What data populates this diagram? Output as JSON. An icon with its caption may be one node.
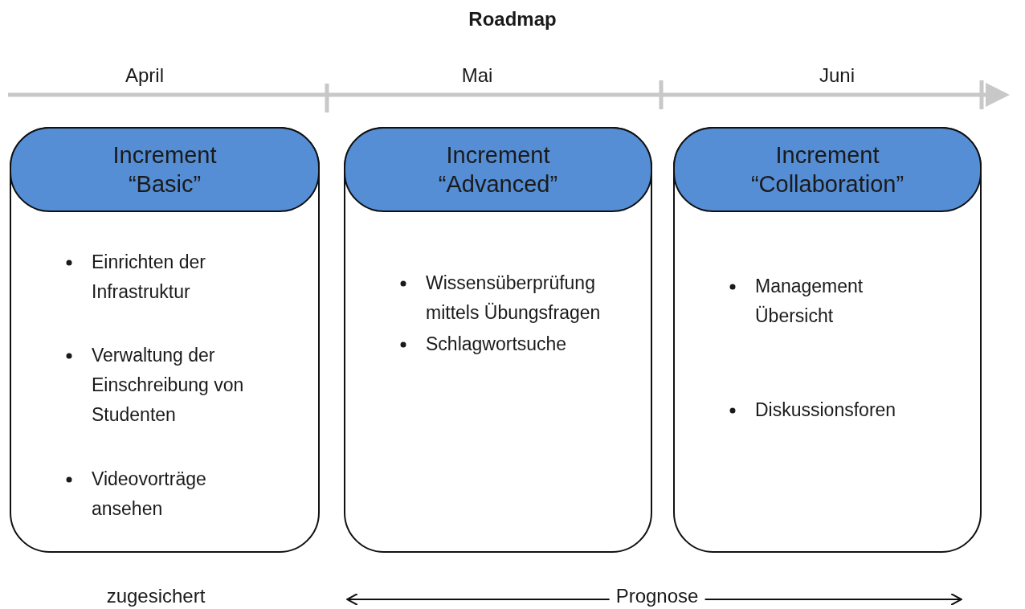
{
  "diagram": {
    "title": "Roadmap",
    "nodes": [
      {
        "text": [
          "Increment “Basic”",
          "Einrichten der Infrastruktur",
          "Verwaltung der Einschreibung von Studenten",
          "Videovorträge ansehen"
        ]
      },
      {
        "text": [
          "Increment “Advanced”",
          "Wissensüberprüfung mittels Übungsfragen",
          "Schlagwortsuche"
        ]
      },
      {
        "text": [
          "Increment “Collaboration”",
          "Management Übersicht",
          "Diskussionsforen"
        ]
      }
    ],
    "edges": [],
    "labels": [
      "April",
      "Mai",
      "Juni",
      "zugesichert",
      "Prognose"
    ]
  }
}
